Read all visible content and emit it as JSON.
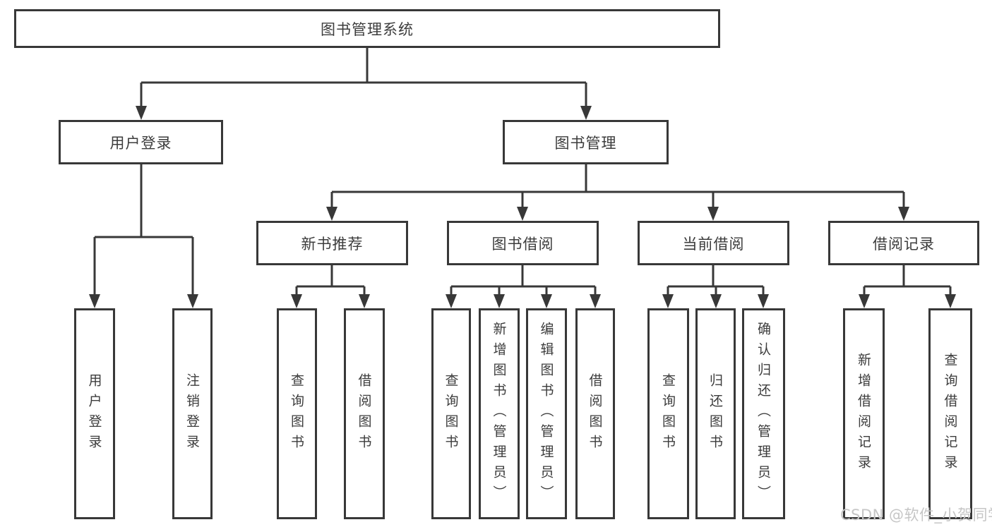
{
  "colors": {
    "line": "#383838",
    "box_border": "#383838",
    "box_fill": "#ffffff",
    "text": "#3c3c3c",
    "watermark": "#c6c6c6",
    "background": "#ffffff"
  },
  "watermark": {
    "text": "CSDN @软件_小贺同学"
  },
  "tree": {
    "label": "图书管理系统",
    "children": [
      {
        "label": "用户登录",
        "children": [
          {
            "label": "用户登录"
          },
          {
            "label": "注销登录"
          }
        ]
      },
      {
        "label": "图书管理",
        "children": [
          {
            "label": "新书推荐",
            "children": [
              {
                "label": "查询图书"
              },
              {
                "label": "借阅图书"
              }
            ]
          },
          {
            "label": "图书借阅",
            "children": [
              {
                "label": "查询图书"
              },
              {
                "label": "新增图书（管理员）"
              },
              {
                "label": "编辑图书（管理员）"
              },
              {
                "label": "借阅图书"
              }
            ]
          },
          {
            "label": "当前借阅",
            "children": [
              {
                "label": "查询图书"
              },
              {
                "label": "归还图书"
              },
              {
                "label": "确认归还（管理员）"
              }
            ]
          },
          {
            "label": "借阅记录",
            "children": [
              {
                "label": "新增借阅记录"
              },
              {
                "label": "查询借阅记录"
              }
            ]
          }
        ]
      }
    ]
  }
}
